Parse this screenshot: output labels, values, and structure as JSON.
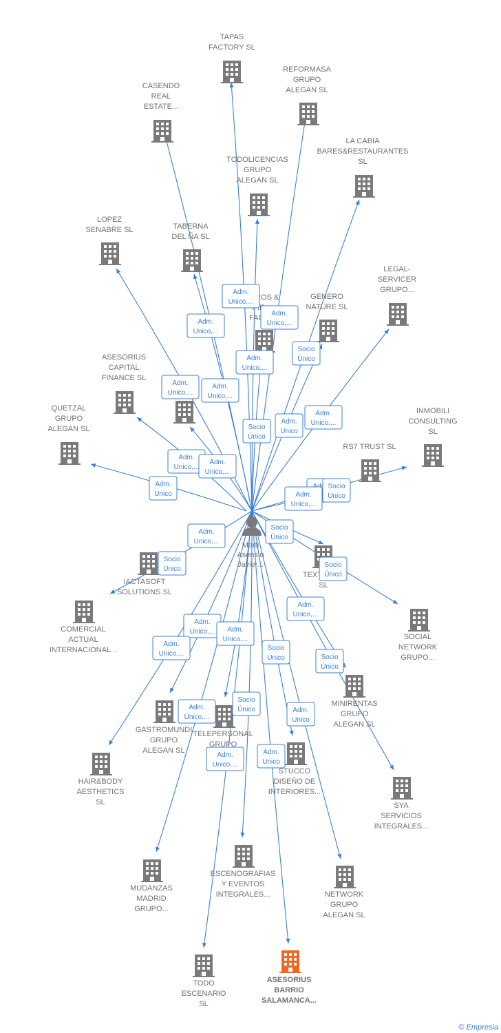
{
  "center": {
    "lines": [
      "Marti",
      "Asensio",
      "Javier..."
    ]
  },
  "colors": {
    "edge": "#3a7fd5",
    "node": "#7a7a7a",
    "highlight": "#f26522"
  },
  "nodes": [
    {
      "id": "tapas",
      "lines": [
        "TAPAS",
        "FACTORY SL"
      ]
    },
    {
      "id": "reformasa",
      "lines": [
        "REFORMASA",
        "GRUPO",
        "ALEGAN SL"
      ]
    },
    {
      "id": "casendo",
      "lines": [
        "CASENDO",
        "REAL",
        "ESTATE..."
      ]
    },
    {
      "id": "lacabia",
      "lines": [
        "LA CABIA",
        "BARES&RESTAURANTES",
        "SL"
      ]
    },
    {
      "id": "todolicencias",
      "lines": [
        "TODOLICENCIAS",
        "GRUPO",
        "ALEGAN SL"
      ]
    },
    {
      "id": "lopez",
      "lines": [
        "LOPEZ",
        "SENABRE SL"
      ]
    },
    {
      "id": "taberna",
      "lines": [
        "TABERNA",
        "DEL ÑA SL"
      ]
    },
    {
      "id": "legal",
      "lines": [
        "LEGAL-",
        "SERVICER",
        "GRUPO..."
      ]
    },
    {
      "id": "pieros",
      "lines": [
        "...EROS &",
        "PIE...",
        "FACT..."
      ]
    },
    {
      "id": "genero",
      "lines": [
        "GENERO",
        "NATURE SL"
      ]
    },
    {
      "id": "asesorius_cap",
      "lines": [
        "ASESORIUS",
        "CAPITAL",
        "FINANCE SL"
      ]
    },
    {
      "id": "unnamed1",
      "lines": []
    },
    {
      "id": "inmobili",
      "lines": [
        "INMOBILI",
        "CONSULTING",
        "SL"
      ]
    },
    {
      "id": "quetzal",
      "lines": [
        "QUETZAL",
        "GRUPO",
        "ALEGAN SL"
      ]
    },
    {
      "id": "rs7",
      "lines": [
        "RS7 TRUST SL"
      ]
    },
    {
      "id": "iactasoft",
      "lines": [
        "IACTASOFT",
        "SOLUTIONS SL"
      ]
    },
    {
      "id": "textil",
      "lines": [
        "TEXTIL...PA",
        "SL"
      ]
    },
    {
      "id": "comercial",
      "lines": [
        "COMERCIAL",
        "ACTUAL",
        "INTERNACIONAL..."
      ]
    },
    {
      "id": "social",
      "lines": [
        "SOCIAL",
        "NETWORK",
        "GRUPO..."
      ]
    },
    {
      "id": "minirentas",
      "lines": [
        "MINIRENTAS",
        "GRUPO",
        "ALEGAN SL"
      ]
    },
    {
      "id": "gastromundi",
      "lines": [
        "GASTROMUNDI",
        "GRUPO",
        "ALEGAN SL"
      ]
    },
    {
      "id": "telepersonal",
      "lines": [
        "TELEPERSONAL",
        "GRUPO",
        "A..."
      ]
    },
    {
      "id": "hairbody",
      "lines": [
        "HAIR&BODY",
        "AESTHETICS",
        "SL"
      ]
    },
    {
      "id": "stucco",
      "lines": [
        "STUCCO",
        "DISEÑO DE",
        "INTERIORES..."
      ]
    },
    {
      "id": "sya",
      "lines": [
        "SYA",
        "SERVICIOS",
        "INTEGRALES..."
      ]
    },
    {
      "id": "mudanzas",
      "lines": [
        "MUDANZAS",
        "MADRID",
        "GRUPO..."
      ]
    },
    {
      "id": "escenografias",
      "lines": [
        "ESCENOGRAFIAS",
        "Y EVENTOS",
        "INTEGRALES..."
      ]
    },
    {
      "id": "network",
      "lines": [
        "NETWORK",
        "GRUPO",
        "ALEGAN SL"
      ]
    },
    {
      "id": "todoesc",
      "lines": [
        "TODO",
        "ESCENARIO",
        "SL"
      ]
    },
    {
      "id": "asesorius_bs",
      "lines": [
        "ASESORIUS",
        "BARRIO",
        "SALAMANCA..."
      ],
      "highlight": true
    }
  ],
  "badges": [
    [
      "Adm.",
      "Unico"
    ],
    [
      "Adm.",
      "Unico,..."
    ],
    [
      "Adm.",
      "Unico,..."
    ],
    [
      "Adm.",
      "Unico,..."
    ],
    [
      "Socio",
      "Único"
    ],
    [
      "Adm.",
      "Unico,..."
    ],
    [
      "Adm.",
      "Unico,..."
    ],
    [
      "Adm.",
      "Unico,..."
    ],
    [
      "Socio",
      "Único"
    ],
    [
      "Adm.",
      "Unico"
    ],
    [
      "Adm.",
      "Unico,..."
    ],
    [
      "Adm.",
      "Unico,..."
    ],
    [
      "Adm.",
      "Unico,..."
    ],
    [
      "Adm.",
      "Unico"
    ],
    [
      "Adm.",
      "Unico,..."
    ],
    [
      "Socio",
      "Único"
    ],
    [
      "Socio",
      "Único"
    ],
    [
      "Adm.",
      "Unico,..."
    ],
    [
      "Socio",
      "Único"
    ],
    [
      "Socio",
      "Único"
    ],
    [
      "Adm.",
      "Unico,..."
    ],
    [
      "Adm.",
      "Unico,..."
    ],
    [
      "Adm.",
      "Unico,..."
    ],
    [
      "Adm.",
      "Unico,..."
    ],
    [
      "Socio",
      "Único"
    ],
    [
      "Socio",
      "Único"
    ],
    [
      "Adm.",
      "Unico,..."
    ],
    [
      "Socio",
      "Único"
    ],
    [
      "Adm.",
      "Unico"
    ],
    [
      "Adm.",
      "Unico,..."
    ],
    [
      "Adm.",
      "Unico"
    ]
  ],
  "footer": {
    "copyright": "©",
    "brand": "Empresia"
  }
}
